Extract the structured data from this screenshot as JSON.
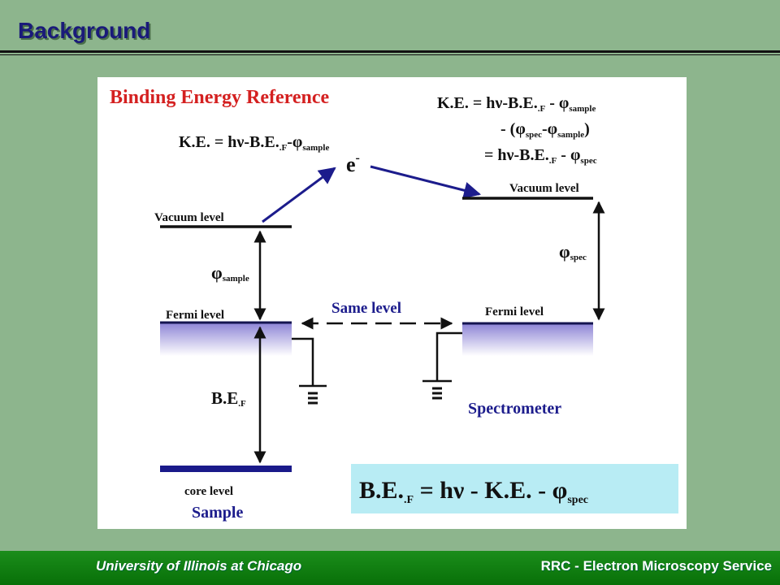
{
  "header": {
    "title": "Background"
  },
  "diagram": {
    "title": "Binding Energy Reference",
    "eq_top": {
      "line1": {
        "main": "K.E. = hν-B.E.",
        "sub": ".F",
        "mid": " - φ",
        "sub2": "sample"
      },
      "line2": {
        "a": "- (φ",
        "sub1": "spec",
        "b": "-φ",
        "sub2": "sample",
        "c": ")"
      },
      "line3": {
        "main": "= hν-B.E.",
        "sub": ".F",
        "mid": " - φ",
        "sub2": "spec"
      }
    },
    "eq_left": {
      "main": "K.E. = hν-B.E.",
      "sub": ".F",
      "mid": "-φ",
      "sub2": "sample"
    },
    "electron": {
      "symbol": "e",
      "sup": "-"
    },
    "sample": {
      "vacuum_label": "Vacuum level",
      "phi": "φ",
      "phi_sub": "sample",
      "fermi_label": "Fermi level",
      "be": "B.E",
      "be_sub": ".F",
      "core_label": "core level",
      "name": "Sample"
    },
    "spectrometer": {
      "vacuum_label": "Vacuum level",
      "phi": "φ",
      "phi_sub": "spec",
      "fermi_label": "Fermi level",
      "name": "Spectrometer"
    },
    "same_level": "Same level",
    "final_eq": {
      "a": "B.E.",
      "sub1": ".F",
      "b": " = hν - K.E. - φ",
      "sub2": "spec"
    }
  },
  "footer": {
    "left": "University of Illinois at Chicago",
    "right": "RRC - Electron Microscopy Service"
  },
  "colors": {
    "background": "#8db58d",
    "title": "#1a1a7a",
    "level_line": "#141450",
    "arrow_blue": "#1c1c8c",
    "accent_red": "#d42020",
    "highlight_box": "#b8ecf4",
    "footer": "#109010"
  }
}
